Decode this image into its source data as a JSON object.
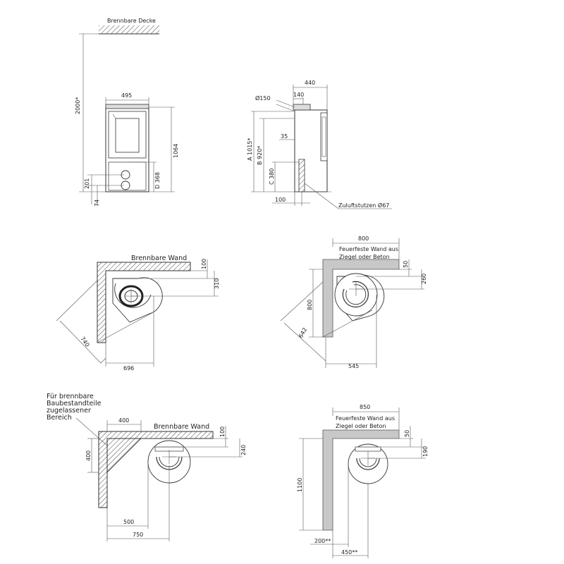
{
  "front_view": {
    "ceiling_label": "Brennbare Decke",
    "height_to_ceiling": "2000*",
    "width": "495",
    "height": "1064",
    "dim_d": "D 368",
    "dim_201": "201",
    "dim_74": "74"
  },
  "side_view": {
    "depth": "440",
    "offset_140": "140",
    "flue_diameter": "Ø150",
    "dim_a": "A 1015*",
    "dim_b": "B 920*",
    "dim_35": "35",
    "dim_c": "C 380",
    "dim_100": "100",
    "air_inlet": "Zuluftstutzen Ø67"
  },
  "plan_combustible_corner": {
    "wall_label": "Brennbare Wand",
    "dim_100": "100",
    "dim_310": "310",
    "diagonal": "740",
    "width": "696"
  },
  "plan_fireproof_corner": {
    "wall_label_1": "Feuerfeste Wand aus",
    "wall_label_2": "Ziegel oder Beton",
    "width_top": "800",
    "dim_50": "50",
    "dim_260": "260",
    "height_left": "800",
    "diagonal": "642",
    "width_bottom": "545"
  },
  "plan_combustible_wall": {
    "zone_label_1": "Für brennbare",
    "zone_label_2": "Baubestandteile",
    "zone_label_3": "zugelassener",
    "zone_label_4": "Bereich",
    "wall_label": "Brennbare Wand",
    "width_400": "400",
    "dim_100": "100",
    "dim_240": "240",
    "height_400": "400",
    "dim_500": "500",
    "dim_750": "750"
  },
  "plan_fireproof_wall": {
    "wall_label_1": "Feuerfeste Wand aus",
    "wall_label_2": "Ziegel oder Beton",
    "width_850": "850",
    "dim_50": "50",
    "dim_190": "190",
    "height_1100": "1100",
    "dim_200": "200**",
    "dim_450": "450**"
  }
}
